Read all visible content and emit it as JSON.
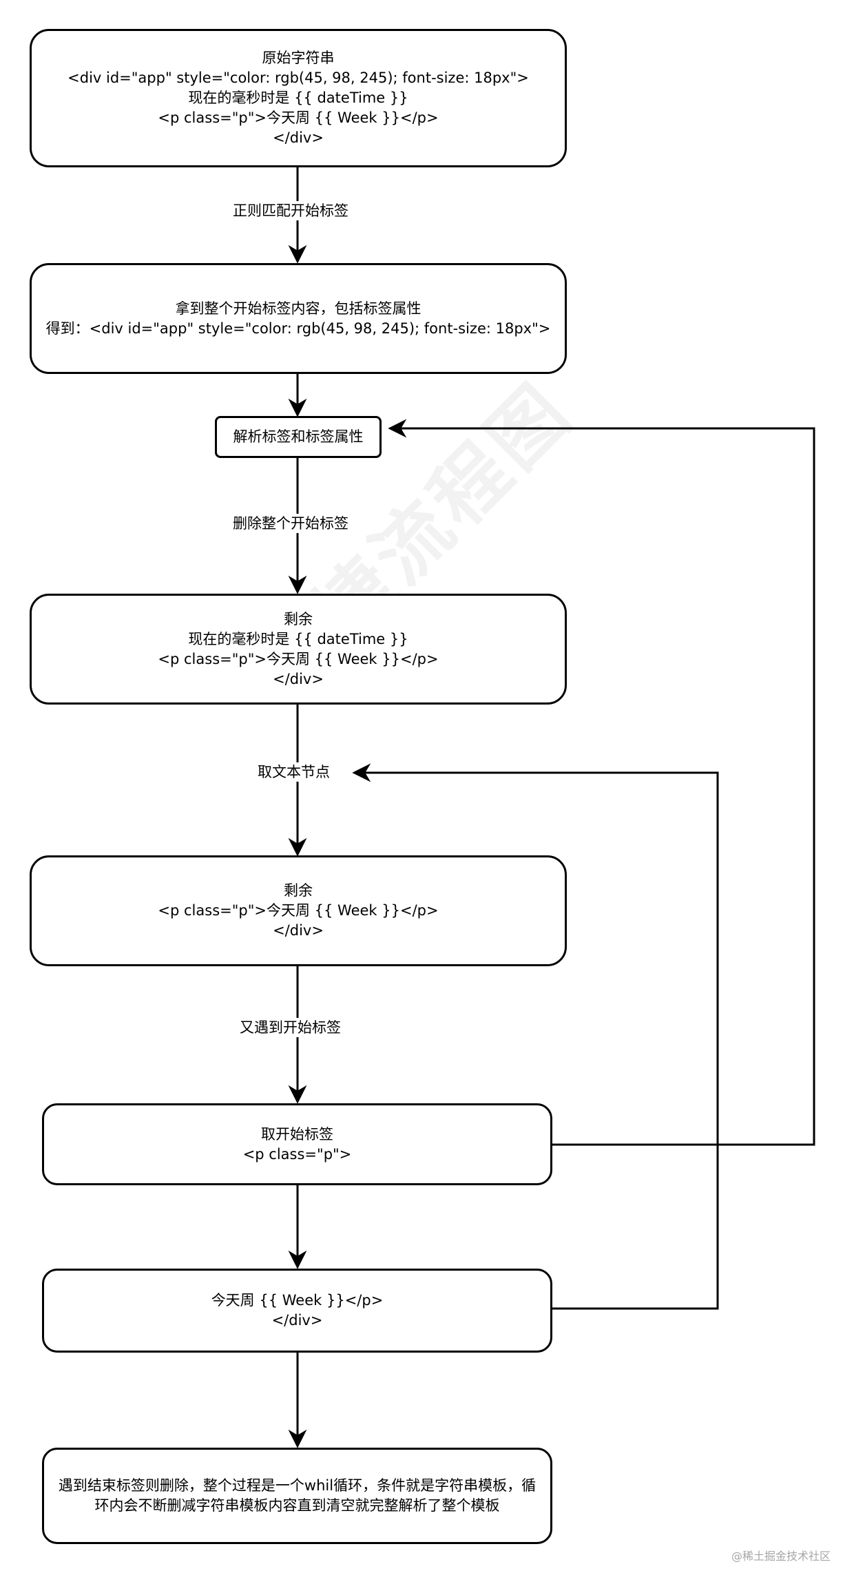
{
  "nodes": {
    "n1": {
      "lines": [
        "原始字符串",
        "<div id=\"app\" style=\"color: rgb(45, 98, 245); font-size: 18px\">",
        "现在的毫秒时是 {{ dateTime }}",
        "<p class=\"p\">今天周 {{ Week }}</p>",
        "</div>"
      ]
    },
    "n2": {
      "lines": [
        "拿到整个开始标签内容，包括标签属性",
        "得到：<div id=\"app\" style=\"color: rgb(45, 98, 245); font-size: 18px\">"
      ]
    },
    "n3": {
      "lines": [
        "解析标签和标签属性"
      ]
    },
    "n4": {
      "lines": [
        "剩余",
        "现在的毫秒时是 {{ dateTime }}",
        "<p class=\"p\">今天周 {{ Week }}</p>",
        "</div>"
      ]
    },
    "n5": {
      "lines": [
        "剩余",
        "<p class=\"p\">今天周 {{ Week }}</p>",
        "</div>"
      ]
    },
    "n6": {
      "lines": [
        "取开始标签",
        "<p class=\"p\">"
      ]
    },
    "n7": {
      "lines": [
        "今天周 {{ Week }}</p>",
        "</div>"
      ]
    },
    "n8": {
      "lines": [
        "遇到结束标签则删除，整个过程是一个whil循环，条件就是字符串模板，循环内会不断删减字符串模板内容直到清空就完整解析了整个模板"
      ]
    }
  },
  "edge_labels": {
    "e1": "正则匹配开始标签",
    "e3": "删除整个开始标签",
    "e4": "取文本节点",
    "e5": "又遇到开始标签"
  },
  "watermark": "迅捷流程图",
  "footer": "@稀土掘金技术社区"
}
